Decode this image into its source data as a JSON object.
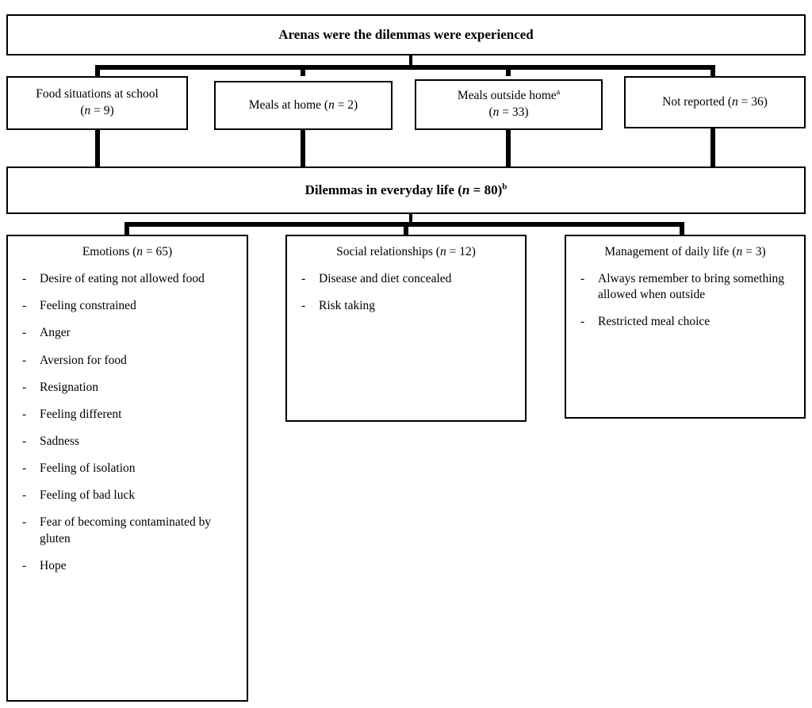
{
  "figure": {
    "type": "hierarchical-flowchart",
    "background_color": "#ffffff",
    "line_color": "#000000"
  },
  "header": {
    "title": "Arenas were the dilemmas were experienced"
  },
  "arenas": [
    {
      "label": "Food situations at school",
      "n_line": "(n = 9)",
      "superscript": ""
    },
    {
      "label": "Meals at home (n = 2)",
      "n_line": "",
      "superscript": ""
    },
    {
      "label": "Meals outside home",
      "n_line": "(n = 33)",
      "superscript": "a"
    },
    {
      "label": "Not reported (n = 36)",
      "n_line": "",
      "superscript": ""
    }
  ],
  "middle": {
    "title": "Dilemmas in everyday life (n = 80)",
    "superscript": "b"
  },
  "categories": [
    {
      "title": "Emotions (n = 65)",
      "bullet": "-",
      "items": [
        "Desire of eating not allowed food",
        "Feeling constrained",
        "Anger",
        "Aversion for food",
        "Resignation",
        "Feeling different",
        "Sadness",
        "Feeling of isolation",
        "Feeling of bad luck",
        "Fear of becoming contaminated by gluten",
        "Hope"
      ]
    },
    {
      "title": "Social relationships (n = 12)",
      "bullet": "-",
      "items": [
        "Disease and diet concealed",
        "Risk taking"
      ]
    },
    {
      "title": "Management of daily life (n = 3)",
      "bullet": "-",
      "items": [
        "Always remember to bring something allowed when outside",
        "Restricted meal choice"
      ]
    }
  ]
}
